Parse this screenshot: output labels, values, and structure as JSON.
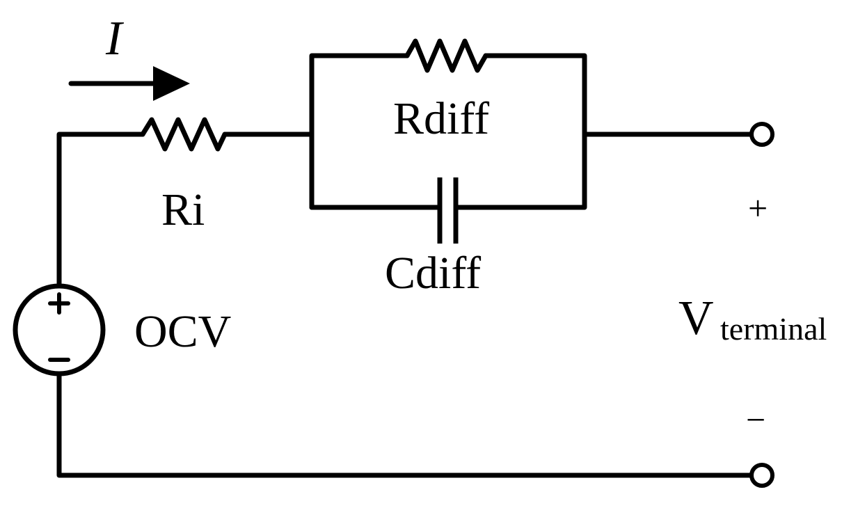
{
  "labels": {
    "current": "I",
    "ri": "Ri",
    "rdiff": "Rdiff",
    "cdiff": "Cdiff",
    "ocv": "OCV",
    "v_terminal_main": "V",
    "v_terminal_sub": "terminal",
    "plus_sign": "+",
    "minus_sign": "−"
  },
  "components": {
    "source_icon": "dc-voltage-source-icon",
    "resistor_icon": "resistor-zigzag-icon",
    "capacitor_icon": "capacitor-icon",
    "terminal_icon": "open-terminal-icon",
    "current_arrow_icon": "arrow-right-icon"
  },
  "colors": {
    "ink": "#000000",
    "background": "#ffffff"
  }
}
